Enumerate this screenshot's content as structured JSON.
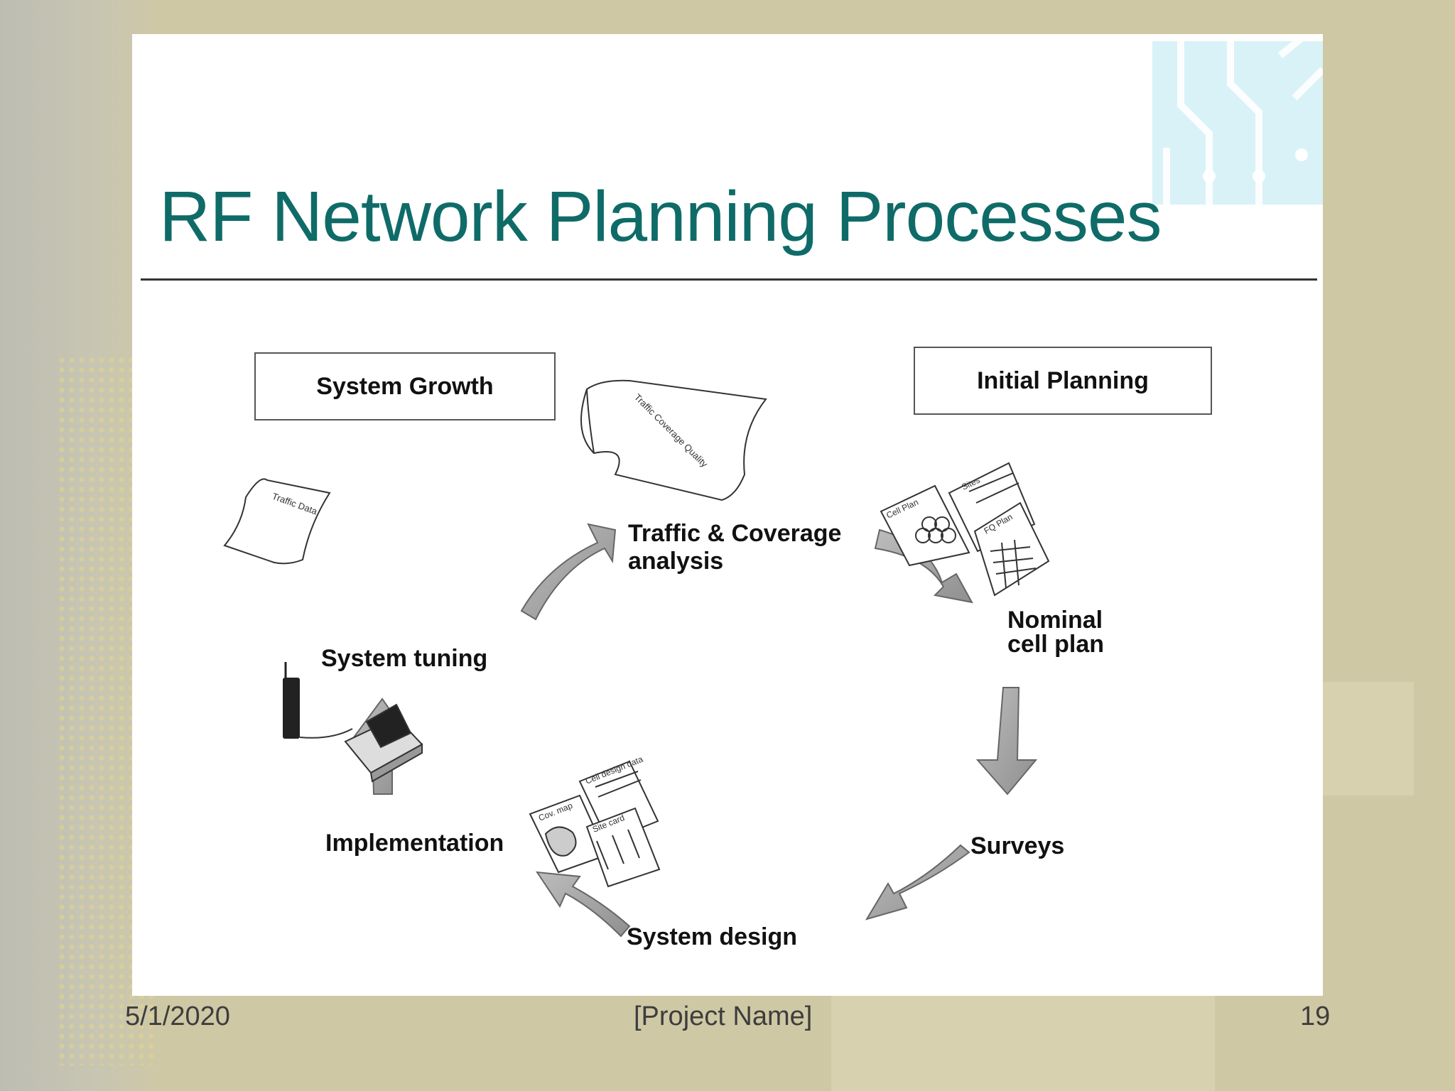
{
  "slide": {
    "title": "RF Network Planning Processes"
  },
  "diagram": {
    "boxes": {
      "system_growth": "System Growth",
      "initial_planning": "Initial Planning"
    },
    "stages": {
      "traffic_coverage": "Traffic & Coverage analysis",
      "traffic_coverage_line1": "Traffic & Coverage",
      "traffic_coverage_line2": "analysis",
      "nominal_line1": "Nominal",
      "nominal_line2": "cell plan",
      "surveys": "Surveys",
      "system_design": "System design",
      "implementation": "Implementation",
      "system_tuning": "System tuning"
    },
    "doc_labels": {
      "traffic_data": "Traffic Data",
      "traffic_coverage_quality": "Traffic Coverage Quality",
      "cell_plan": "Cell Plan",
      "sites": "Sites",
      "fq_plan": "FQ Plan",
      "cov_map": "Cov. map",
      "cell_design_data": "Cell design data",
      "site_card": "Site card"
    }
  },
  "footer": {
    "date": "5/1/2020",
    "project": "[Project Name]",
    "page": "19"
  }
}
